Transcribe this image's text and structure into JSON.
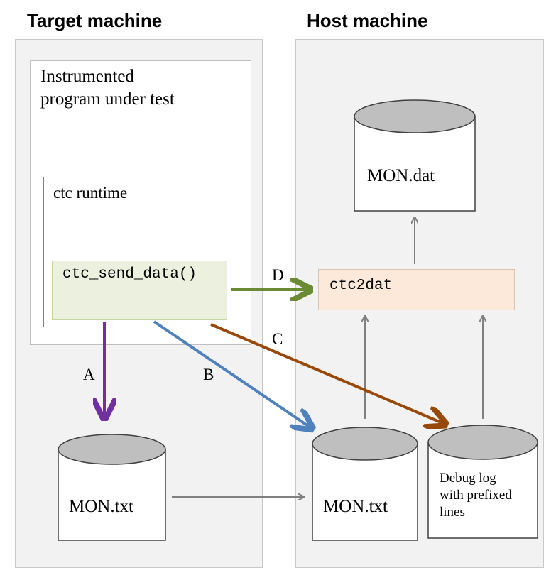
{
  "target": {
    "heading": "Target machine"
  },
  "host": {
    "heading": "Host machine"
  },
  "program": {
    "label_line1": "Instrumented",
    "label_line2": "program under test"
  },
  "runtime": {
    "label": "ctc runtime"
  },
  "send_fn": {
    "label": "ctc_send_data()"
  },
  "converter": {
    "label": "ctc2dat"
  },
  "db_mon_dat": {
    "label": "MON.dat"
  },
  "db_target_mon_txt": {
    "label": "MON.txt"
  },
  "db_host_mon_txt": {
    "label": "MON.txt"
  },
  "db_debug_log": {
    "line1": "Debug log",
    "line2": "with prefixed",
    "line3": "lines"
  },
  "paths": {
    "a": {
      "label": "A",
      "color": "#7030a0"
    },
    "b": {
      "label": "B",
      "color": "#4f81bd"
    },
    "c": {
      "label": "C",
      "color": "#984807"
    },
    "d": {
      "label": "D",
      "color": "#6a8a33"
    }
  },
  "colors": {
    "connector_gray": "#808080",
    "cylinder_top": "#bfbfbf"
  }
}
